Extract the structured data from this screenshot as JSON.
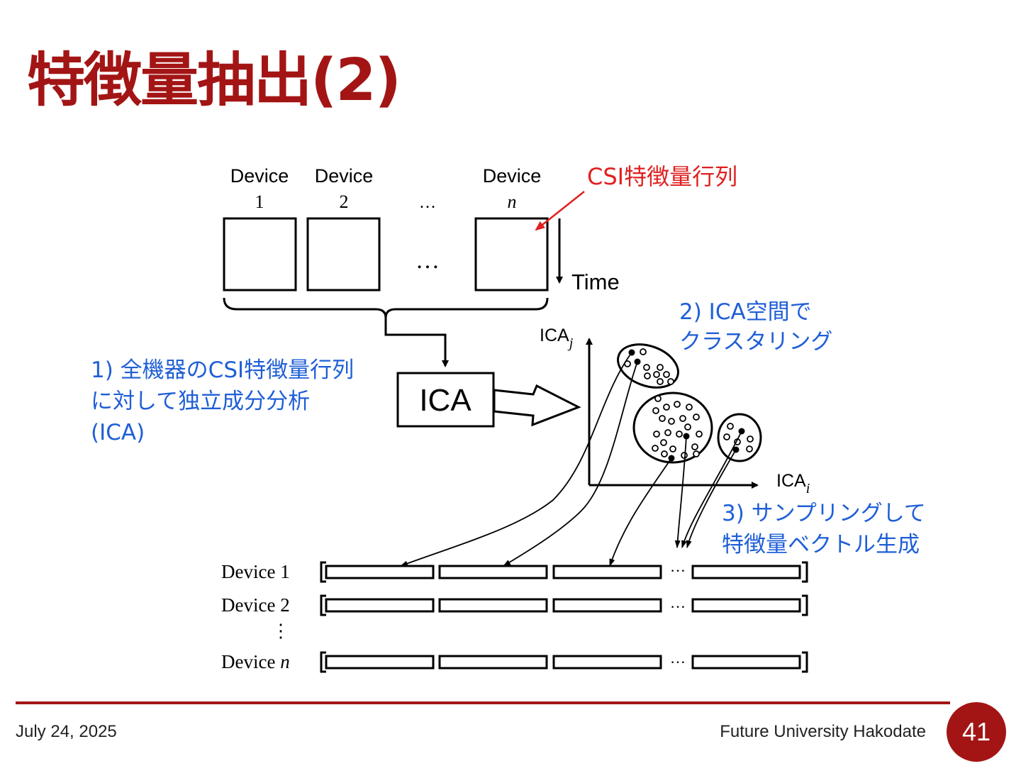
{
  "slide": {
    "title": "特徴量抽出(2)",
    "footer": {
      "date": "July 24, 2025",
      "organization": "Future University Hakodate",
      "page_number": "41"
    },
    "colors": {
      "accent": "#a31515",
      "annotation_blue": "#1f5fd6",
      "annotation_red": "#e02020"
    }
  },
  "diagram": {
    "devices_top": [
      {
        "label": "Device",
        "index": "1"
      },
      {
        "label": "Device",
        "index": "2"
      },
      {
        "label": "Device",
        "index": "n"
      }
    ],
    "ellipsis": "…",
    "time_label": "Time",
    "csi_label": "CSI特徴量行列",
    "ica_box": "ICA",
    "axis_y": {
      "base": "ICA",
      "sub": "j"
    },
    "axis_x": {
      "base": "ICA",
      "sub": "i"
    },
    "step1": [
      "1) 全機器のCSI特徴量行列",
      "に対して独立成分分析",
      "(ICA)"
    ],
    "step2": [
      "2) ICA空間で",
      "クラスタリング"
    ],
    "step3": [
      "3) サンプリングして",
      "特徴量ベクトル生成"
    ],
    "rows": [
      {
        "label": "Device",
        "index": "1"
      },
      {
        "label": "Device",
        "index": "2"
      },
      {
        "label": "Device",
        "index": "n"
      }
    ],
    "vdots": "⋮"
  }
}
